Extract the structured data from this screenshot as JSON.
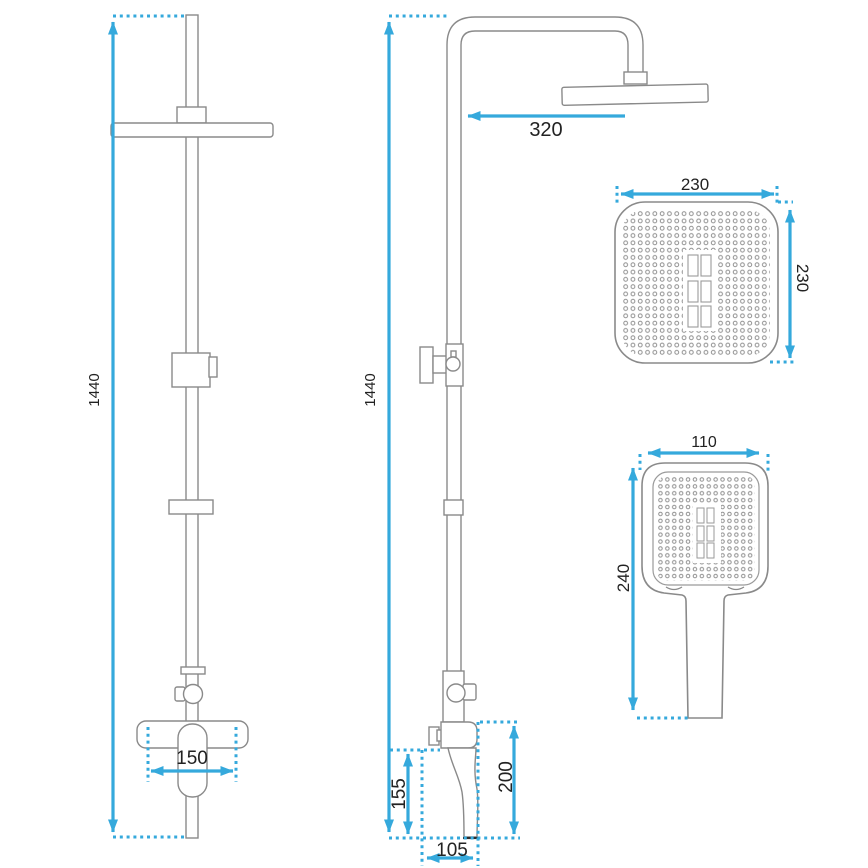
{
  "drawing_title": "shower-column-technical-dimensions",
  "colors": {
    "dimension_accent": "#35A9DC",
    "outline_gray": "#8A8A8A",
    "label_text": "#222222",
    "background": "#FFFFFF"
  },
  "views": {
    "front_view": {
      "name": "shower column front view",
      "dimensions": {
        "total_height": "1440",
        "mixer_width": "150"
      }
    },
    "side_view": {
      "name": "shower column side view",
      "dimensions": {
        "total_height": "1440",
        "arm_reach": "320",
        "spout_clearance": "155",
        "outlet_height": "200",
        "spout_depth": "105"
      }
    },
    "head_face_view": {
      "name": "rain shower head face",
      "dimensions": {
        "width": "230",
        "depth": "230"
      }
    },
    "hand_shower_view": {
      "name": "hand shower face",
      "dimensions": {
        "width": "110",
        "length": "240"
      }
    }
  }
}
